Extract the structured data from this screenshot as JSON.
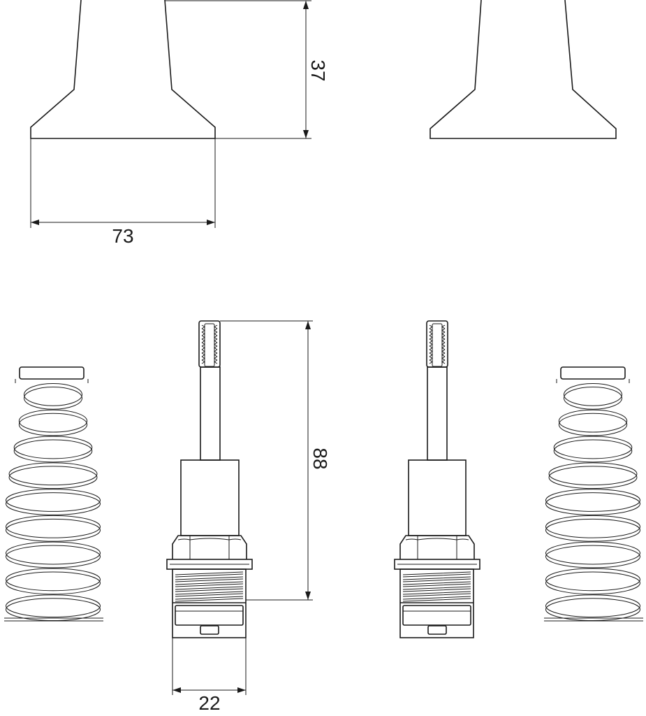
{
  "dimensions": {
    "height_handle": "37",
    "width_handle": "73",
    "height_stem": "88",
    "width_body": "22"
  },
  "colors": {
    "line": "#1a1a1a",
    "background": "#ffffff"
  }
}
